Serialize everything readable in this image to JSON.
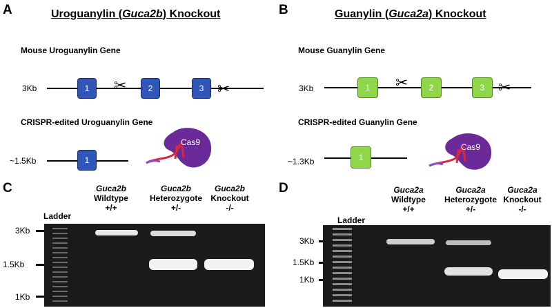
{
  "panelA": {
    "letter": "A",
    "title_pre": "Uroguanylin (",
    "title_gene": "Guca2b",
    "title_post": ") Knockout",
    "mouse_label": "Mouse Uroguanylin Gene",
    "wt_size": "3Kb",
    "exons": [
      "1",
      "2",
      "3"
    ],
    "edited_label": "CRISPR-edited Uroguanylin Gene",
    "edited_size": "~1.5Kb",
    "edited_exon": "1",
    "cas9": "Cas9",
    "exon_color": "#2f56b8"
  },
  "panelB": {
    "letter": "B",
    "title_pre": "Guanylin (",
    "title_gene": "Guca2a",
    "title_post": ") Knockout",
    "mouse_label": "Mouse Guanylin Gene",
    "wt_size": "3Kb",
    "exons": [
      "1",
      "2",
      "3"
    ],
    "edited_label": "CRISPR-edited Guanylin Gene",
    "edited_size": "~1.3Kb",
    "edited_exon": "1",
    "cas9": "Cas9",
    "exon_color": "#8fd64b"
  },
  "panelC": {
    "letter": "C",
    "ladder": "Ladder",
    "lanes": [
      {
        "gene": "Guca2b",
        "type": "Wildtype",
        "genotype": "+/+"
      },
      {
        "gene": "Guca2b",
        "type": "Heterozygote",
        "genotype": "+/-"
      },
      {
        "gene": "Guca2b",
        "type": "Knockout",
        "genotype": "-/-"
      }
    ],
    "markers": [
      "3Kb",
      "1.5Kb",
      "1Kb"
    ]
  },
  "panelD": {
    "letter": "D",
    "ladder": "Ladder",
    "lanes": [
      {
        "gene": "Guca2a",
        "type": "Wildtype",
        "genotype": "+/+"
      },
      {
        "gene": "Guca2a",
        "type": "Heterozygote",
        "genotype": "+/-"
      },
      {
        "gene": "Guca2a",
        "type": "Knockout",
        "genotype": "-/-"
      }
    ],
    "markers": [
      "3Kb",
      "1.5Kb",
      "1Kb"
    ]
  },
  "colors": {
    "cas9": "#6b2a9a",
    "guide_rna": "#d9273a",
    "gel": "#1b1b1b",
    "band": "#f2f2f2"
  }
}
